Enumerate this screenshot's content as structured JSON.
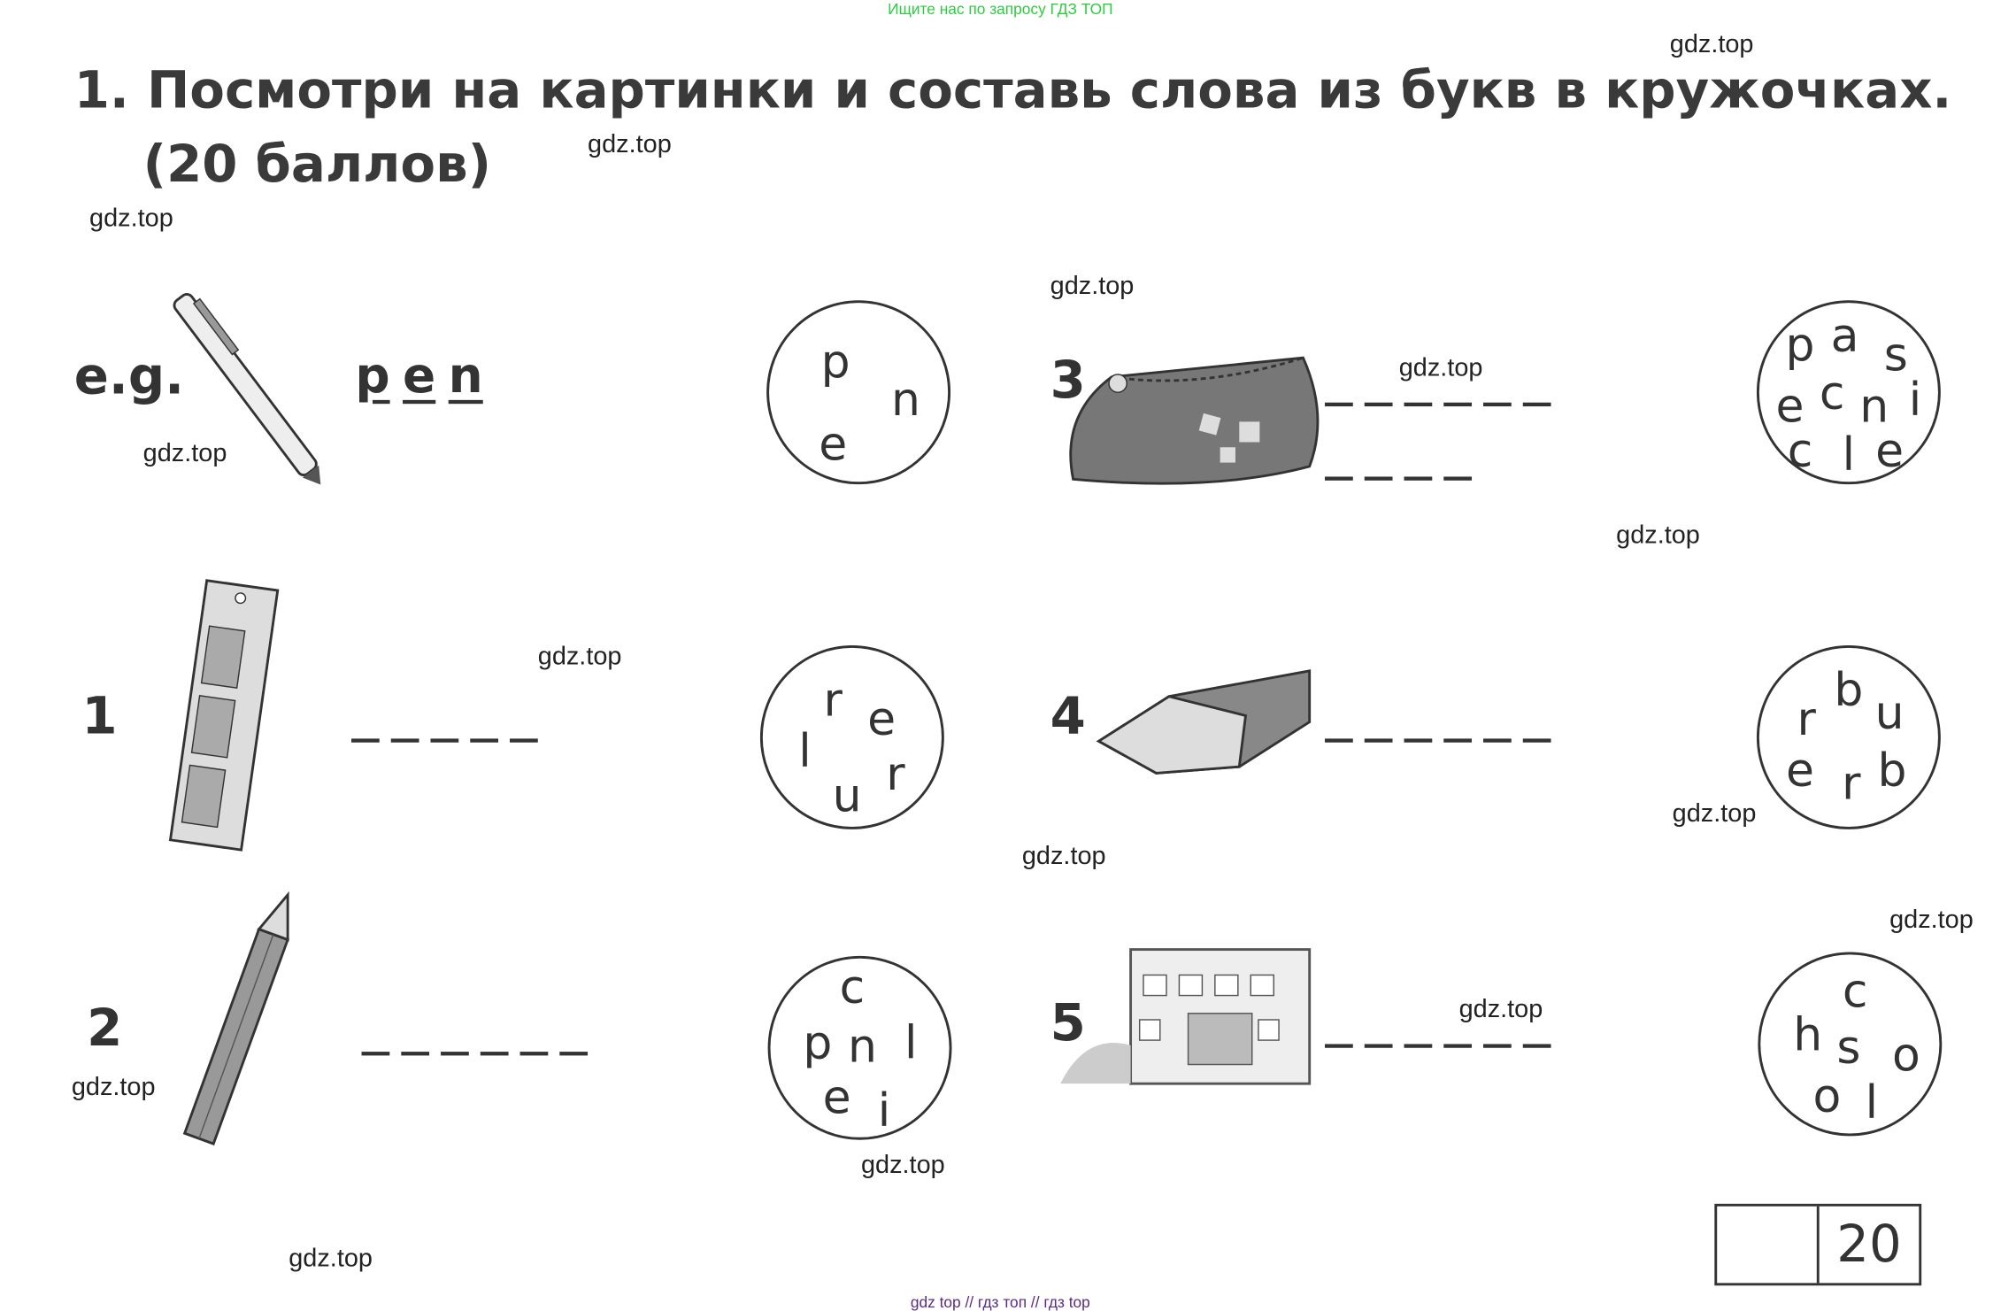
{
  "top_note": "Ищите нас по запросу ГДЗ ТОП",
  "bottom_note": "gdz top  //  гдз топ  //  гдз top",
  "title": {
    "line1": "1. Посмотри на картинки и составь слова из букв в кружочках.",
    "line2": "(20 баллов)"
  },
  "example": {
    "label": "e.g.",
    "letters": [
      "p",
      "e",
      "n"
    ]
  },
  "items": [
    {
      "number": "",
      "picture": "pen",
      "letters": [
        "p",
        "n",
        "e"
      ],
      "blanks": [
        0
      ]
    },
    {
      "number": "1",
      "picture": "ruler",
      "letters": [
        "r",
        "e",
        "l",
        "u",
        "r"
      ],
      "blanks": [
        5
      ]
    },
    {
      "number": "2",
      "picture": "pencil",
      "letters": [
        "c",
        "p",
        "n",
        "l",
        "e",
        "i"
      ],
      "blanks": [
        6
      ]
    },
    {
      "number": "3",
      "picture": "pencil-case",
      "letters": [
        "p",
        "a",
        "s",
        "e",
        "c",
        "n",
        "i",
        "c",
        "l",
        "e"
      ],
      "blanks": [
        6,
        4
      ]
    },
    {
      "number": "4",
      "picture": "rubber",
      "letters": [
        "b",
        "u",
        "r",
        "e",
        "r",
        "b"
      ],
      "blanks": [
        6
      ]
    },
    {
      "number": "5",
      "picture": "school",
      "letters": [
        "c",
        "h",
        "s",
        "o",
        "o",
        "l"
      ],
      "blanks": [
        6
      ]
    }
  ],
  "watermark": "gdz.top",
  "score": {
    "max": "20",
    "value": ""
  }
}
